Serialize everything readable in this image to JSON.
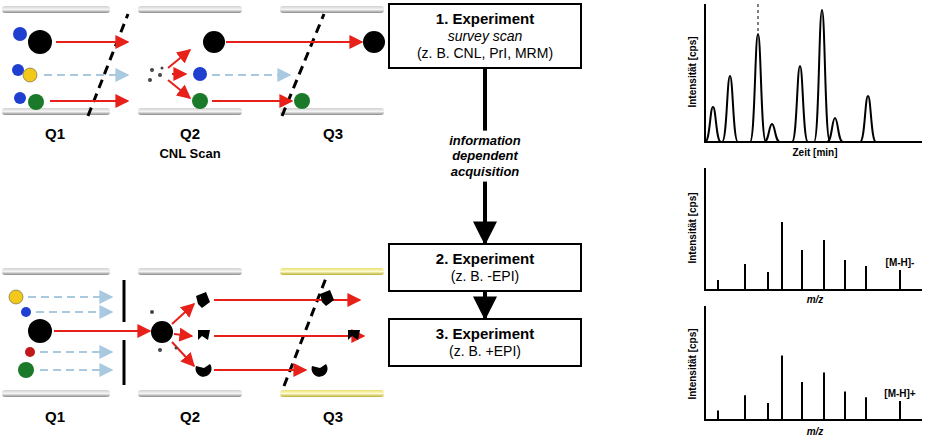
{
  "diagram": {
    "nodes": [
      {
        "text": [
          "1. Experiment",
          "survey scan",
          "(z. B. CNL, PrI, MRM)"
        ]
      },
      {
        "text": [
          "2. Experiment",
          "(z. B. -EPI)"
        ]
      },
      {
        "text": [
          "3. Experiment",
          "(z. B. +EPI)"
        ]
      }
    ],
    "edges": [
      {
        "from": 0,
        "to": 1,
        "arrow": "to",
        "label": "information dependent acquisition"
      },
      {
        "from": 1,
        "to": 2,
        "arrow": "to"
      }
    ],
    "labels": [
      "Q1",
      "Q2",
      "Q3",
      "CNL Scan",
      "Q1",
      "Q2",
      "Q3",
      "Intensität [cps]",
      "Zeit [min]",
      "Intensität [cps]",
      "m/z",
      "[M-H]-",
      "Intensität [cps]",
      "m/z",
      "[M-H]+"
    ]
  }
}
